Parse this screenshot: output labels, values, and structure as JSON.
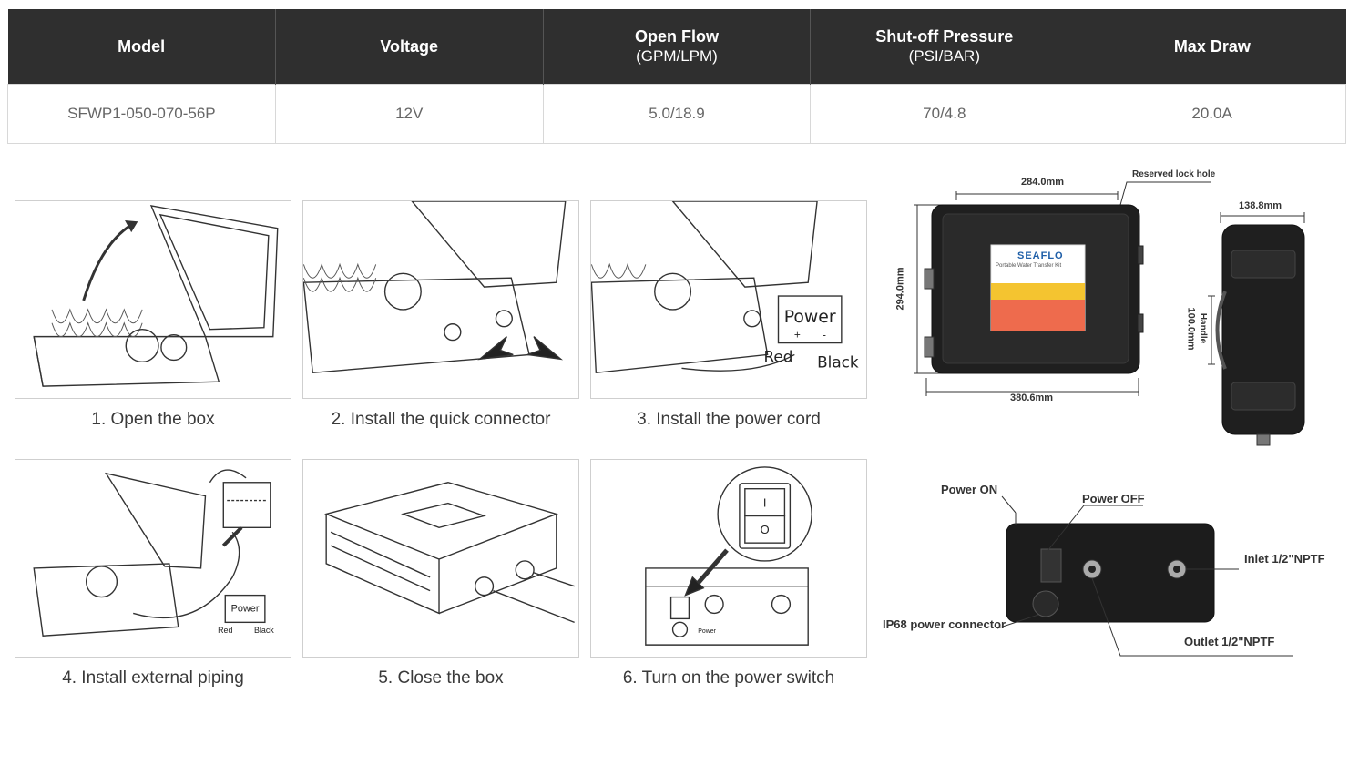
{
  "table": {
    "headers": [
      {
        "main": "Model",
        "sub": ""
      },
      {
        "main": "Voltage",
        "sub": ""
      },
      {
        "main": "Open Flow",
        "sub": "(GPM/LPM)"
      },
      {
        "main": "Shut-off Pressure",
        "sub": "(PSI/BAR)"
      },
      {
        "main": "Max Draw",
        "sub": ""
      }
    ],
    "row": [
      "SFWP1-050-070-56P",
      "12V",
      "5.0/18.9",
      "70/4.8",
      "20.0A"
    ]
  },
  "steps": [
    "1. Open the box",
    "2. Install the quick connector",
    "3. Install the power cord",
    "4. Install external piping",
    "5. Close the box",
    "6. Turn on the power switch"
  ],
  "step_labels": {
    "power": "Power",
    "red": "Red",
    "black": "Black",
    "plus": "+",
    "minus": "-",
    "switch_on": "I",
    "switch_off": "O",
    "small_power": "Power"
  },
  "dimensions": {
    "width_top": "284.0mm",
    "width_bottom": "380.6mm",
    "height": "294.0mm",
    "depth": "138.8mm",
    "handle": "Handle",
    "handle_dim": "100.0mm",
    "lock": "Reserved lock hole"
  },
  "brand": "SEAFLO",
  "brand_sub": "Portable Water Transfer Kit",
  "callouts": {
    "power_on": "Power ON",
    "power_off": "Power OFF",
    "inlet": "Inlet 1/2\"NPTF",
    "outlet": "Outlet 1/2\"NPTF",
    "ip68": "IP68 power connector"
  }
}
